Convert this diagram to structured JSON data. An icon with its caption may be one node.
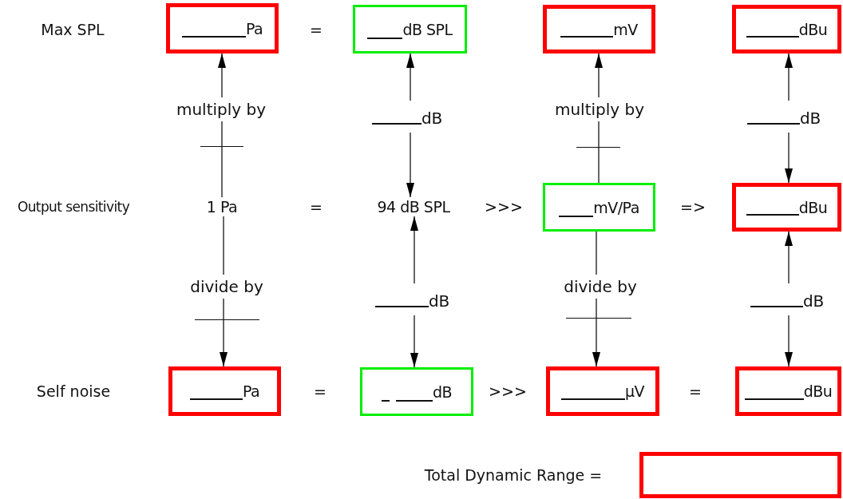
{
  "diagram": {
    "nodes": [
      {
        "text": [
          "Pa"
        ]
      },
      {
        "text": [
          "dB SPL"
        ]
      },
      {
        "text": [
          "mV"
        ]
      },
      {
        "text": [
          "dBu"
        ]
      },
      {
        "text": [
          "1 Pa"
        ]
      },
      {
        "text": [
          "94 dB SPL"
        ]
      },
      {
        "text": [
          "mV/Pa"
        ]
      },
      {
        "text": [
          "dBu"
        ]
      },
      {
        "text": [
          "Pa"
        ]
      },
      {
        "text": [
          "dB"
        ]
      },
      {
        "text": [
          "µV"
        ]
      },
      {
        "text": [
          "dBu"
        ]
      },
      {
        "text": [],
        "shape": "box"
      }
    ],
    "edges": [
      {
        "from": 4,
        "to": 0,
        "arrow": "to",
        "label": "multiply by"
      },
      {
        "from": 4,
        "to": 8,
        "arrow": "to",
        "label": "divide by"
      },
      {
        "from": 1,
        "to": 5,
        "arrow": "both",
        "label": "dB"
      },
      {
        "from": 5,
        "to": 9,
        "arrow": "both",
        "label": "dB"
      },
      {
        "from": 6,
        "to": 2,
        "arrow": "to",
        "label": "multiply by"
      },
      {
        "from": 6,
        "to": 10,
        "arrow": "to",
        "label": "divide by"
      },
      {
        "from": 3,
        "to": 7,
        "arrow": "both",
        "label": "dB"
      },
      {
        "from": 7,
        "to": 11,
        "arrow": "both",
        "label": "dB"
      }
    ],
    "labels": [
      "Max SPL",
      "=",
      "Output sensitivity",
      "=",
      ">>>",
      "=>",
      "Self noise",
      "=",
      ">>>",
      "=",
      "Total Dynamic Range ="
    ]
  }
}
